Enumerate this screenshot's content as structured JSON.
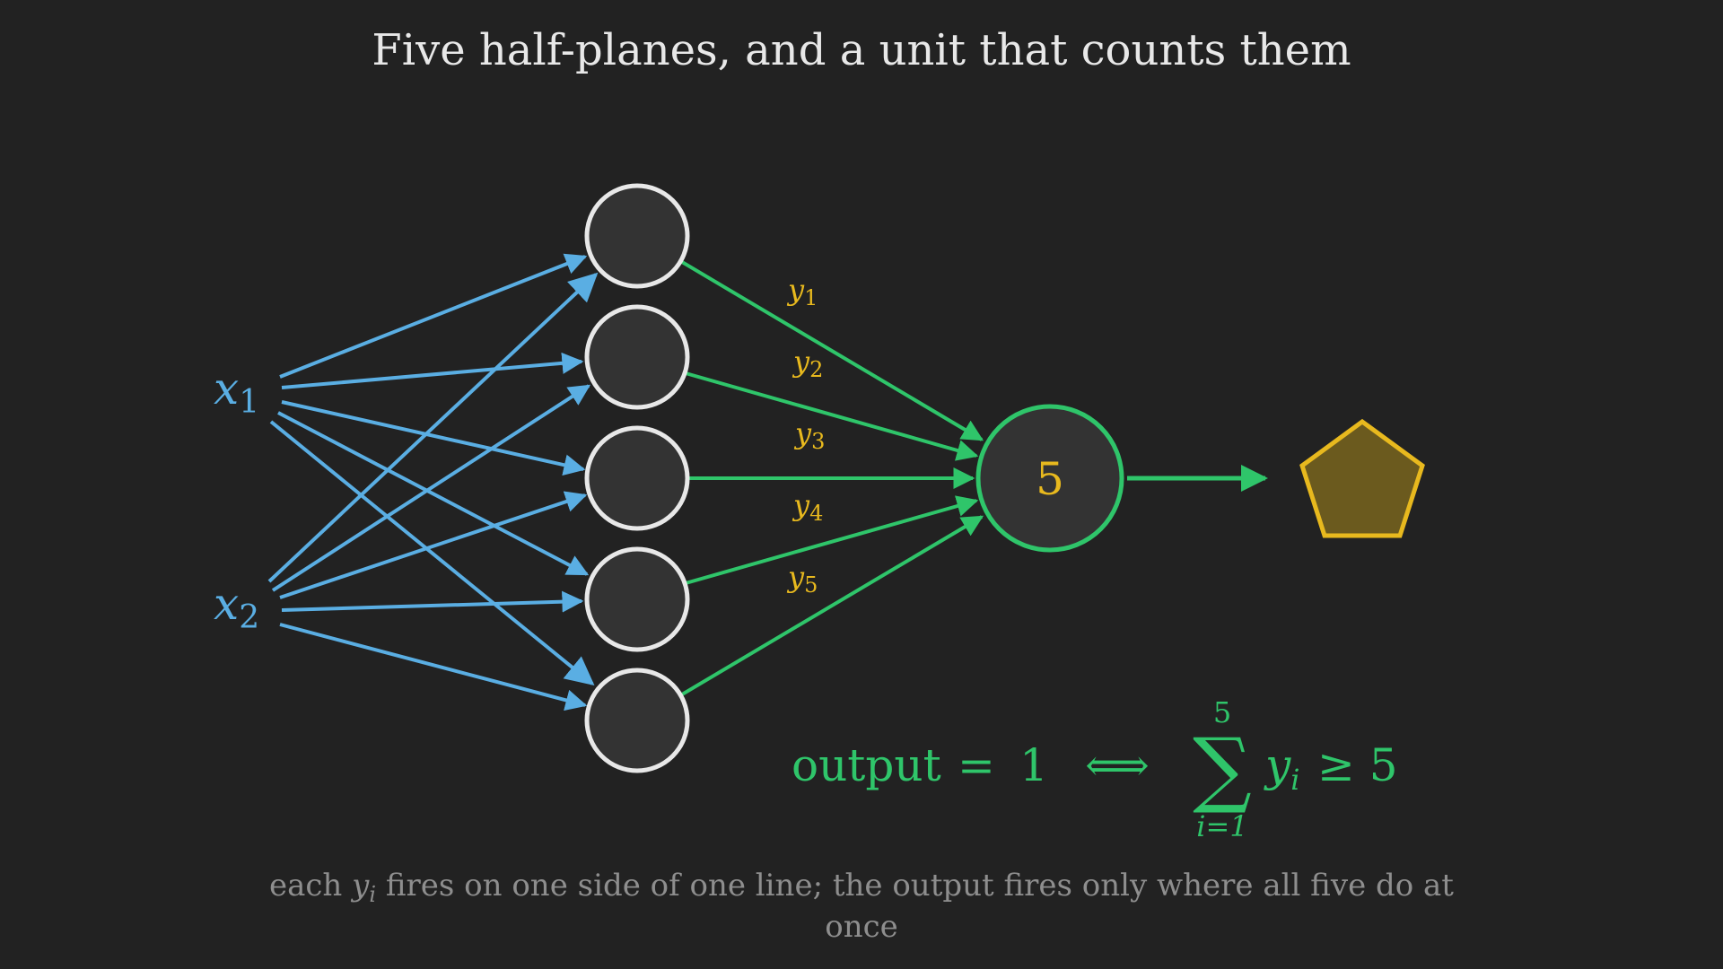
{
  "title": "Five half-planes, and a unit that counts them",
  "inputs": [
    {
      "symbol": "x",
      "sub": "1"
    },
    {
      "symbol": "x",
      "sub": "2"
    }
  ],
  "hidden_outputs": [
    {
      "symbol": "y",
      "sub": "1"
    },
    {
      "symbol": "y",
      "sub": "2"
    },
    {
      "symbol": "y",
      "sub": "3"
    },
    {
      "symbol": "y",
      "sub": "4"
    },
    {
      "symbol": "y",
      "sub": "5"
    }
  ],
  "output_unit": {
    "threshold": "5"
  },
  "formula": {
    "lhs": "output",
    "eq": "=",
    "value": "1",
    "iff": "⟺",
    "sum_sign": "∑",
    "sum_upper": "5",
    "sum_lower": "i=1",
    "term": "y",
    "term_sub": "i",
    "rel": "≥ 5"
  },
  "caption": {
    "line1_pre": "each ",
    "line1_var": "y",
    "line1_var_sub": "i",
    "line1_post": " fires on one side of one line; the output fires only where all five do at",
    "line2": "once"
  },
  "colors": {
    "background": "#222222",
    "input_edges": "#5aaee3",
    "output_edges": "#2fc56a",
    "labels_yellow": "#e8b91e",
    "node_fill": "#333333",
    "node_stroke": "#e8e8e8",
    "pentagon_fill": "#6b5a1e",
    "pentagon_stroke": "#e8b91e"
  },
  "icons": {
    "result_shape": "pentagon-icon"
  }
}
